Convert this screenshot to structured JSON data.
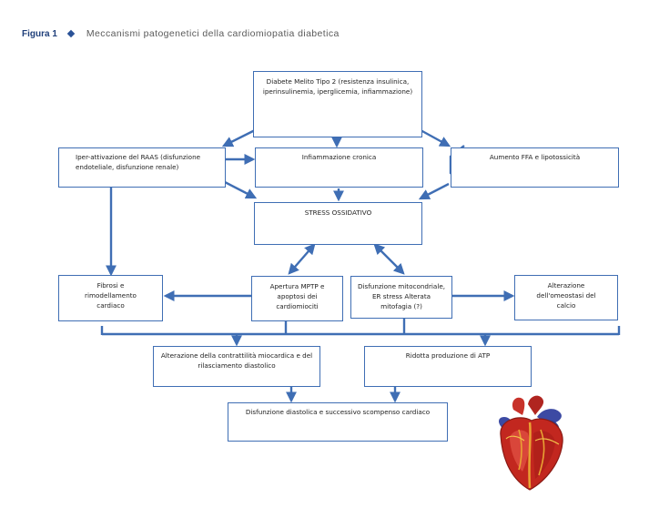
{
  "figure": {
    "label": "Figura 1",
    "title": "Meccanismi patogenetici della cardiomiopatia diabetica",
    "diamond_icon": "diamond-bullet-icon",
    "accent_color": "#3f6eb4"
  },
  "nodes": {
    "diabete": "Diabete Melito Tipo 2 (resistenza insulinica, iperinsulinemia, iperglicemia, infiammazione)",
    "raas": "Iper-attivazione del RAAS (disfunzione endoteliale, disfunzione renale)",
    "inflam": "Infiammazione cronica",
    "ffa": "Aumento FFA e lipotossicità",
    "stress": "STRESS OSSIDATIVO",
    "fibrosi": "Fibrosi e rimodellamento cardiaco",
    "mptp": "Apertura MPTP e apoptosi dei cardiomiociti",
    "mito": "Disfunzione mitocondriale, ER stress Alterata mitofagia (?)",
    "calcio": "Alterazione dell'omeostasi del calcio",
    "contrattilita": "Alterazione della contrattilità miocardica e del rilasciamento diastolico",
    "atp": "Ridotta produzione di ATP",
    "scompenso": "Disfunzione diastolica e successivo scompenso cardiaco"
  },
  "illustration": {
    "icon": "heart-icon"
  }
}
